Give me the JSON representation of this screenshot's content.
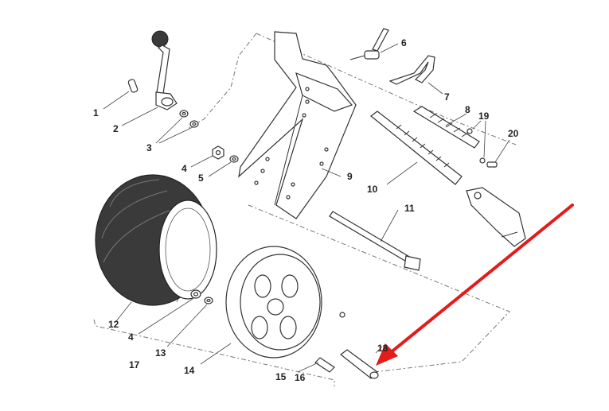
{
  "labels": {
    "l1": "1",
    "l2": "2",
    "l3": "3",
    "l4a": "4",
    "l4b": "4",
    "l5": "5",
    "l6": "6",
    "l7": "7",
    "l8": "8",
    "l9": "9",
    "l10": "10",
    "l11": "11",
    "l12": "12",
    "l13": "13",
    "l14": "14",
    "l15": "15",
    "l16": "16",
    "l17": "17",
    "l18": "18",
    "l19": "19",
    "l20": "20"
  },
  "colors": {
    "arrow": "#e31b1b",
    "line": "#333333",
    "tyre": "#3a3a3a"
  },
  "icons": {
    "arrow": "red-pointer-arrow"
  }
}
